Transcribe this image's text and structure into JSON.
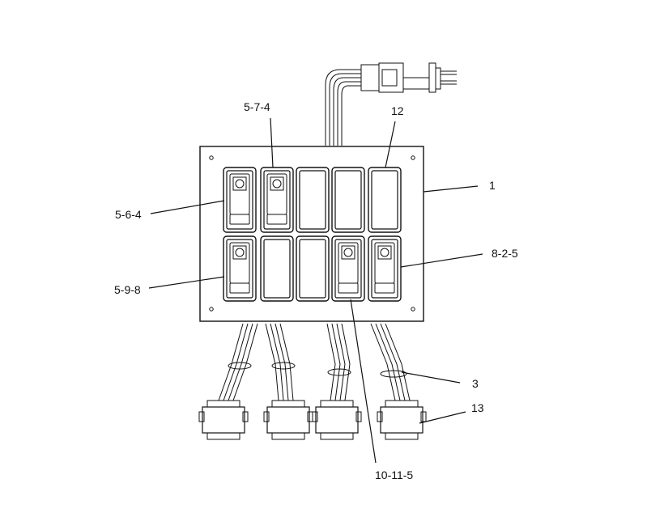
{
  "callouts": {
    "c_5_7_4": "5-7-4",
    "c_12": "12",
    "c_1": "1",
    "c_5_6_4": "5-6-4",
    "c_8_2_5": "8-2-5",
    "c_5_9_8": "5-9-8",
    "c_3": "3",
    "c_13": "13",
    "c_10_11_5": "10-11-5"
  },
  "switches": {
    "top_row": [
      "rocker-with-symbol",
      "rocker-with-symbol",
      "blank",
      "blank",
      "blank"
    ],
    "bottom_row": [
      "rocker-with-symbol",
      "blank",
      "blank",
      "rocker-with-symbol",
      "rocker-with-symbol"
    ]
  },
  "colors": {
    "line": "#111111",
    "background": "#ffffff"
  }
}
